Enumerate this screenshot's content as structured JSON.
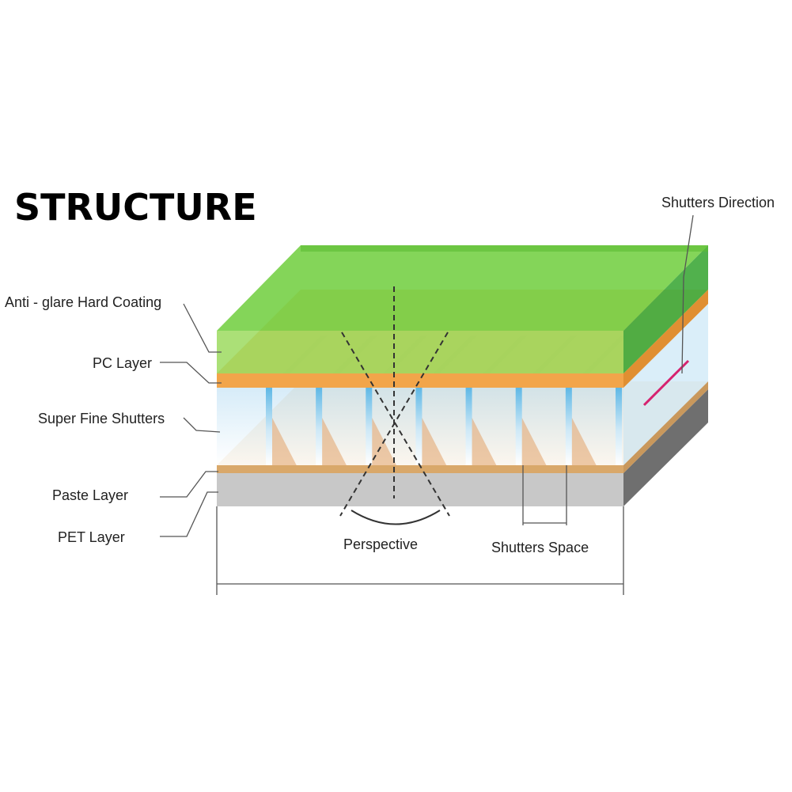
{
  "title": "STRUCTURE",
  "labels": {
    "anti_glare": "Anti - glare Hard Coating",
    "pc_layer": "PC Layer",
    "super_fine_shutters": "Super Fine Shutters",
    "paste_layer": "Paste Layer",
    "pet_layer": "PET Layer",
    "perspective": "Perspective",
    "shutters_space": "Shutters Space",
    "shutters_direction": "Shutters Direction"
  },
  "colors": {
    "coating": "#6fce3c",
    "pc": "#f2a54a",
    "paste": "#e9c48c",
    "pet": "#c8c8c8",
    "pet_side": "#6f6f6f",
    "shutter": "#7ec8ec",
    "direction": "#d6226f"
  },
  "shutter_count": 8
}
